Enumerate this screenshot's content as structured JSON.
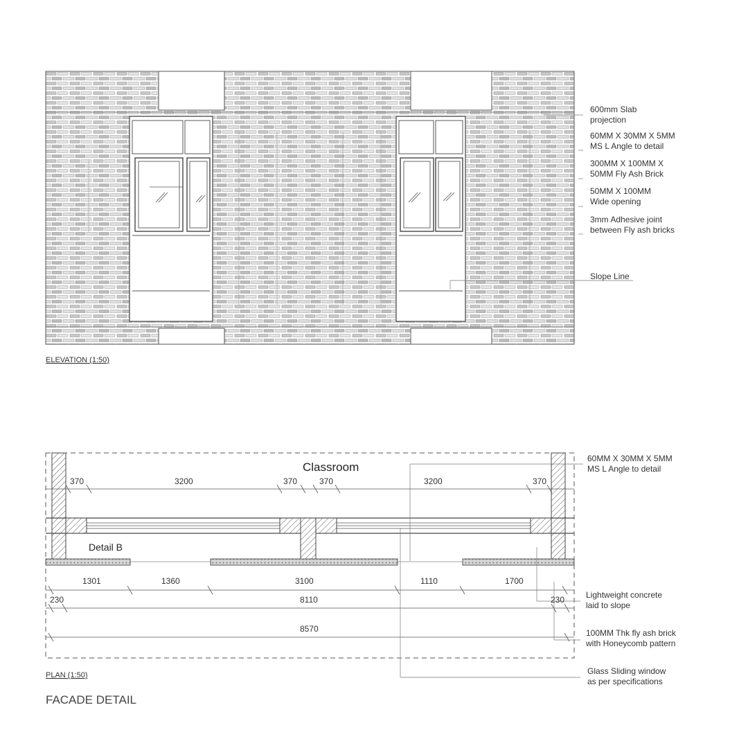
{
  "elevation": {
    "title": "ELEVATION (1:50)",
    "notes": [
      [
        "600mm Slab",
        "projection"
      ],
      [
        "60MM X 30MM X 5MM",
        "MS L Angle to detail"
      ],
      [
        "300MM X 100MM X",
        "50MM Fly Ash Brick"
      ],
      [
        "50MM X 100MM",
        "Wide opening"
      ],
      [
        "3mm Adhesive joint",
        "between Fly ash bricks"
      ],
      [
        "Slope Line"
      ]
    ]
  },
  "plan": {
    "title": "PLAN (1:50)",
    "room_label": "Classroom",
    "detail_label": "Detail B",
    "top_dims": [
      "370",
      "3200",
      "370",
      "370",
      "3200",
      "370"
    ],
    "bottom_dims": [
      "1301",
      "1360",
      "3100",
      "1110",
      "1700"
    ],
    "dim_230_left": "230",
    "dim_230_right": "230",
    "dim_8110": "8110",
    "dim_8570": "8570",
    "notes": [
      [
        "60MM X 30MM X 5MM",
        "MS L Angle to detail"
      ],
      [
        "Lightweight concrete",
        "laid to slope"
      ],
      [
        "100MM Thk fly ash brick",
        "with Honeycomb pattern"
      ],
      [
        "Glass Sliding window",
        "as per specifications"
      ]
    ]
  },
  "sheet_title": "FACADE DETAIL"
}
